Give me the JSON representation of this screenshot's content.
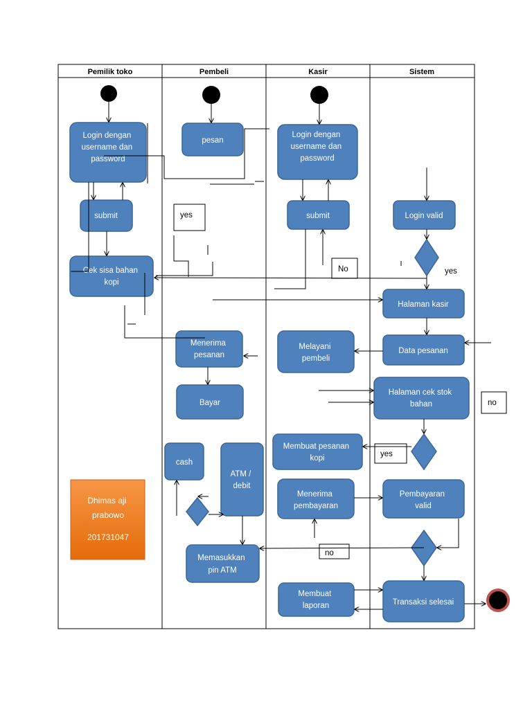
{
  "lanes": {
    "pemilik": "Pemilik toko",
    "pembeli": "Pembeli",
    "kasir": "Kasir",
    "sistem": "Sistem"
  },
  "nodes": {
    "pemilik_login": [
      "Login dengan",
      "username dan",
      "password"
    ],
    "pemilik_submit": [
      "submit"
    ],
    "pemilik_cek": [
      "Cek sisa bahan",
      "kopi"
    ],
    "pembeli_pesan": [
      "pesan"
    ],
    "pembeli_menerima": [
      "Menerima",
      "pesanan"
    ],
    "pembeli_bayar": [
      "Bayar"
    ],
    "pembeli_cash": [
      "cash"
    ],
    "pembeli_atm": [
      "ATM /",
      "debit"
    ],
    "pembeli_pin": [
      "Memasukkan",
      "pin ATM"
    ],
    "kasir_login": [
      "Login dengan",
      "username dan",
      "password"
    ],
    "kasir_submit": [
      "submit"
    ],
    "kasir_melayani": [
      "Melayani",
      "pembeli"
    ],
    "kasir_membuat_pesanan": [
      "Membuat pesanan",
      "kopi"
    ],
    "kasir_menerima_bayar": [
      "Menerima",
      "pembayaran"
    ],
    "kasir_laporan": [
      "Membuat",
      "laporan"
    ],
    "sistem_login_valid": [
      "Login valid"
    ],
    "sistem_halaman_kasir": [
      "Halaman kasir"
    ],
    "sistem_data_pesanan": [
      "Data pesanan"
    ],
    "sistem_cek_stok": [
      "Halaman cek stok",
      "bahan"
    ],
    "sistem_pembayaran_valid": [
      "Pembayaran",
      "valid"
    ],
    "sistem_transaksi": [
      "Transaksi selesai"
    ]
  },
  "labels": {
    "yes_left": "yes",
    "no_kasir": "No",
    "yes_sistem": "yes",
    "no_right": "no",
    "yes_stok": "yes",
    "no_bottom": "no"
  },
  "author": {
    "name": [
      "Dhimas aji",
      "prabowo"
    ],
    "id": "201731047"
  },
  "colors": {
    "activity": "#4f81bd",
    "activity_border": "#3a6797",
    "author_box": "#e46c0a",
    "end_ring": "#c0504d"
  }
}
